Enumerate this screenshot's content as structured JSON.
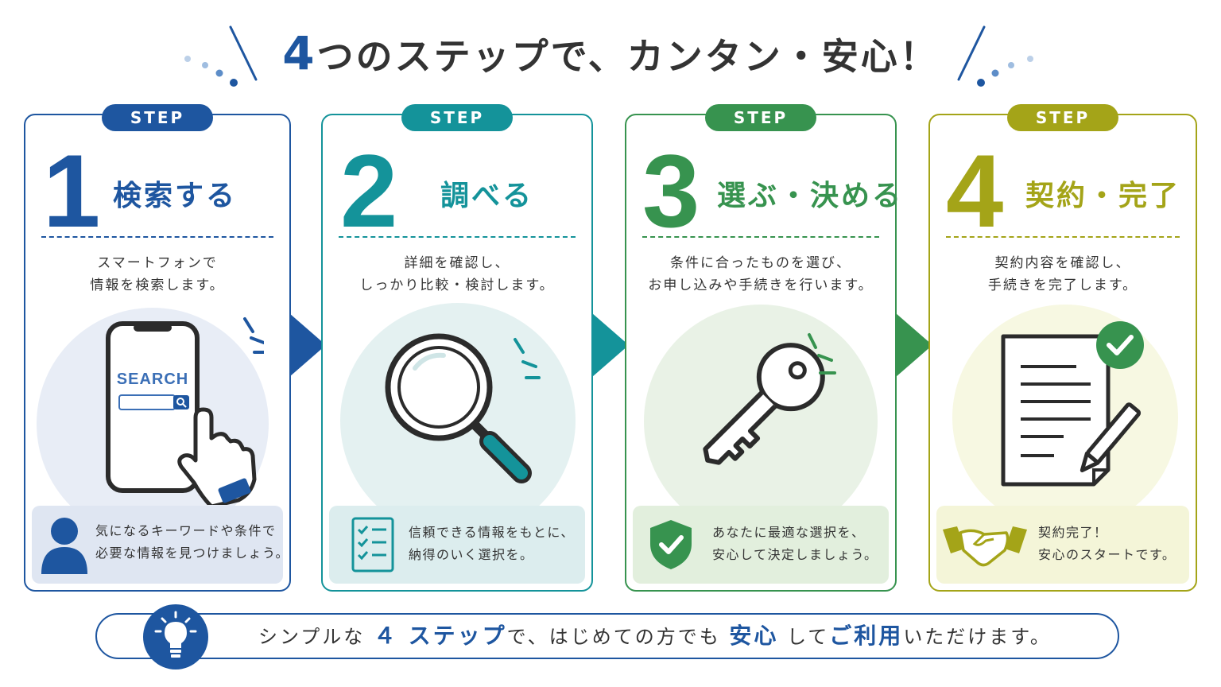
{
  "header": {
    "title_num": "4",
    "title_rest": "つのステップで、カンタン・安心！"
  },
  "colors": {
    "step1": "#1e56a0",
    "step2": "#14939a",
    "step3": "#37934f",
    "step4": "#a4a418"
  },
  "steps": [
    {
      "pill": "STEP",
      "num": "1",
      "title": "検索する",
      "desc": [
        "スマートフォンで",
        "情報を検索します。"
      ],
      "illus_icon": "smartphone-search-icon",
      "search_word": "SEARCH",
      "note_icon": "user-icon",
      "note": [
        "気になるキーワードや条件で",
        "必要な情報を見つけましょう。"
      ]
    },
    {
      "pill": "STEP",
      "num": "2",
      "title": "調べる",
      "desc": [
        "詳細を確認し、",
        "しっかり比較・検討します。"
      ],
      "illus_icon": "magnifier-icon",
      "note_icon": "checklist-icon",
      "note": [
        "信頼できる情報をもとに、",
        "納得のいく選択を。"
      ]
    },
    {
      "pill": "STEP",
      "num": "3",
      "title": "選ぶ・決める",
      "desc": [
        "条件に合ったものを選び、",
        "お申し込みや手続きを行います。"
      ],
      "illus_icon": "key-icon",
      "note_icon": "shield-check-icon",
      "note": [
        "あなたに最適な選択を、",
        "安心して決定しましょう。"
      ]
    },
    {
      "pill": "STEP",
      "num": "4",
      "title": "契約・完了",
      "desc": [
        "契約内容を確認し、",
        "手続きを完了します。"
      ],
      "illus_icon": "contract-check-icon",
      "note_icon": "handshake-icon",
      "note": [
        "契約完了！",
        "安心のスタートです。"
      ]
    }
  ],
  "footer": {
    "icon": "lightbulb-icon",
    "t1": "シンプルな",
    "t2": "４ ステップ",
    "t3": "で、はじめての方でも",
    "t4": "安心",
    "t5": "して",
    "t6": "ご利用",
    "t7": "いただけます。"
  }
}
